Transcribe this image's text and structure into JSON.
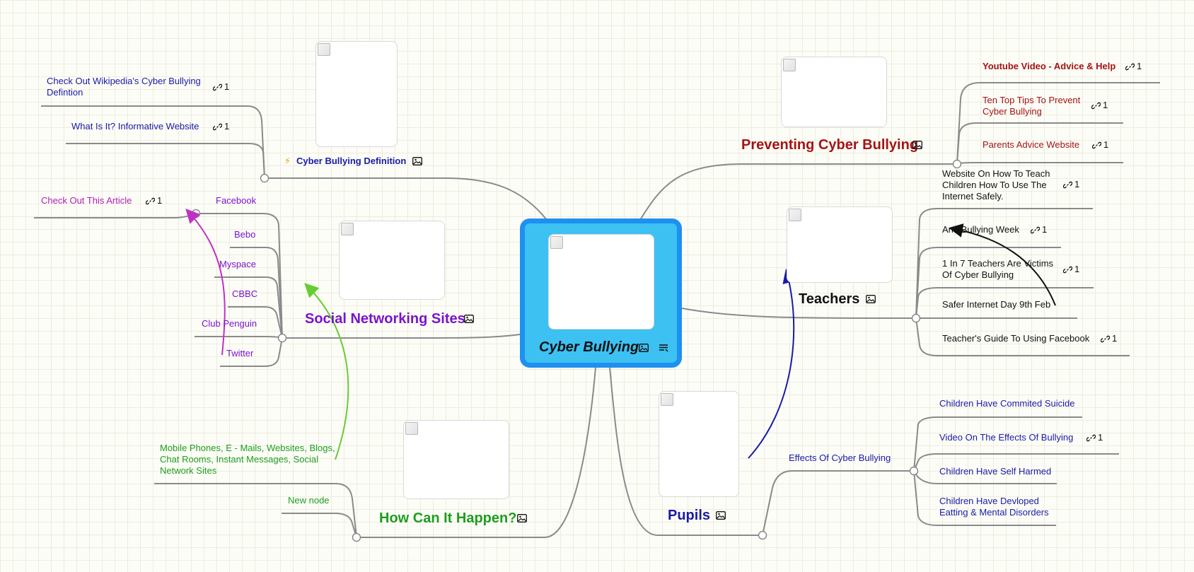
{
  "central": {
    "title": "Cyber Bullying"
  },
  "definition": {
    "title": "Cyber Bullying Definition",
    "children": [
      {
        "label": "Check Out Wikipedia's Cyber Bullying Defintion",
        "links": "1"
      },
      {
        "label": "What Is It? Informative Website",
        "links": "1"
      }
    ]
  },
  "preventing": {
    "title": "Preventing Cyber Bullying",
    "children": [
      {
        "label": "Youtube Video - Advice & Help",
        "links": "1"
      },
      {
        "label": "Ten Top Tips To Prevent Cyber Bullying",
        "links": "1"
      },
      {
        "label": "Parents Advice Website",
        "links": "1"
      }
    ]
  },
  "social": {
    "title": "Social Networking Sites",
    "children": [
      {
        "label": "Facebook"
      },
      {
        "label": "Bebo"
      },
      {
        "label": "Myspace"
      },
      {
        "label": "CBBC"
      },
      {
        "label": "Club Penguin"
      },
      {
        "label": "Twitter"
      }
    ],
    "facebook_child": {
      "label": "Check Out This Article",
      "links": "1"
    }
  },
  "teachers": {
    "title": "Teachers",
    "children": [
      {
        "label": "Website On How To Teach Children How To Use The Internet Safely.",
        "links": "1"
      },
      {
        "label": "Anti-Bullying Week",
        "links": "1"
      },
      {
        "label": "1 In 7 Teachers Are Victims Of Cyber Bullying",
        "links": "1"
      },
      {
        "label": "Safer Internet Day 9th Feb"
      },
      {
        "label": "Teacher's Guide To Using Facebook",
        "links": "1"
      }
    ]
  },
  "how": {
    "title": "How Can It Happen?",
    "children": [
      {
        "label": "Mobile Phones, E - Mails, Websites, Blogs, Chat Rooms, Instant Messages, Social Network Sites"
      },
      {
        "label": "New node"
      }
    ]
  },
  "pupils": {
    "title": "Pupils",
    "effects": {
      "label": "Effects Of Cyber Bullying",
      "children": [
        {
          "label": "Children Have Commited Suicide"
        },
        {
          "label": "Video On The Effects Of Bullying",
          "links": "1"
        },
        {
          "label": "Children Have Self Harmed"
        },
        {
          "label": "Children Have Devloped Eatting & Mental Disorders"
        }
      ]
    }
  },
  "colors": {
    "definition": "#1a1aa6",
    "preventing": "#a31414",
    "social": "#7a14cc",
    "teachers": "#111111",
    "how": "#1e9e1e",
    "pupils": "#1a1aa6",
    "line": "#8a8a8a",
    "central_fill": "#3dc1f3",
    "central_border": "#1e90ef"
  }
}
